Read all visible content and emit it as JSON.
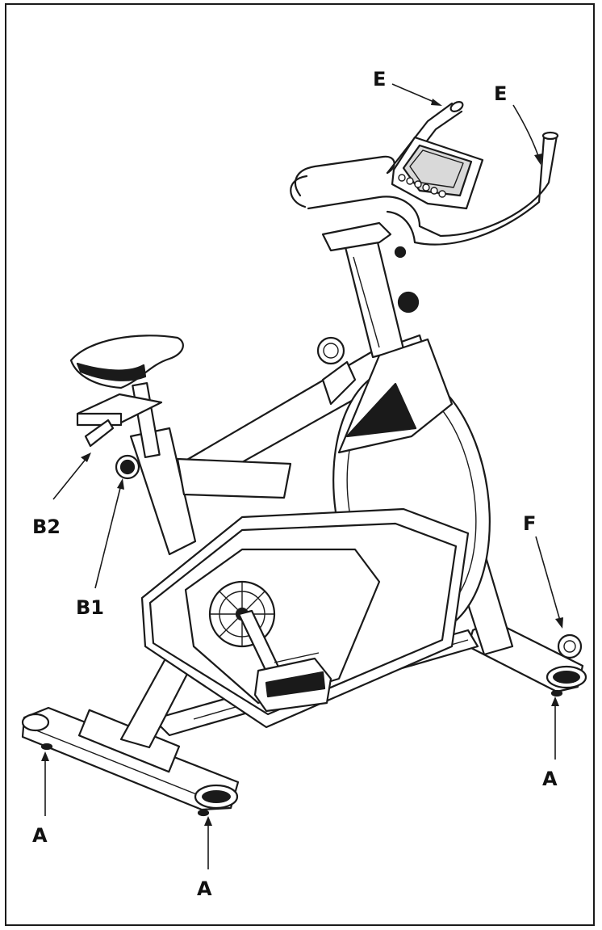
{
  "labels": {
    "e1": "E",
    "e2": "E",
    "f": "F",
    "b2": "B2",
    "b1": "B1",
    "a_left": "A",
    "a_mid": "A",
    "a_right": "A"
  }
}
